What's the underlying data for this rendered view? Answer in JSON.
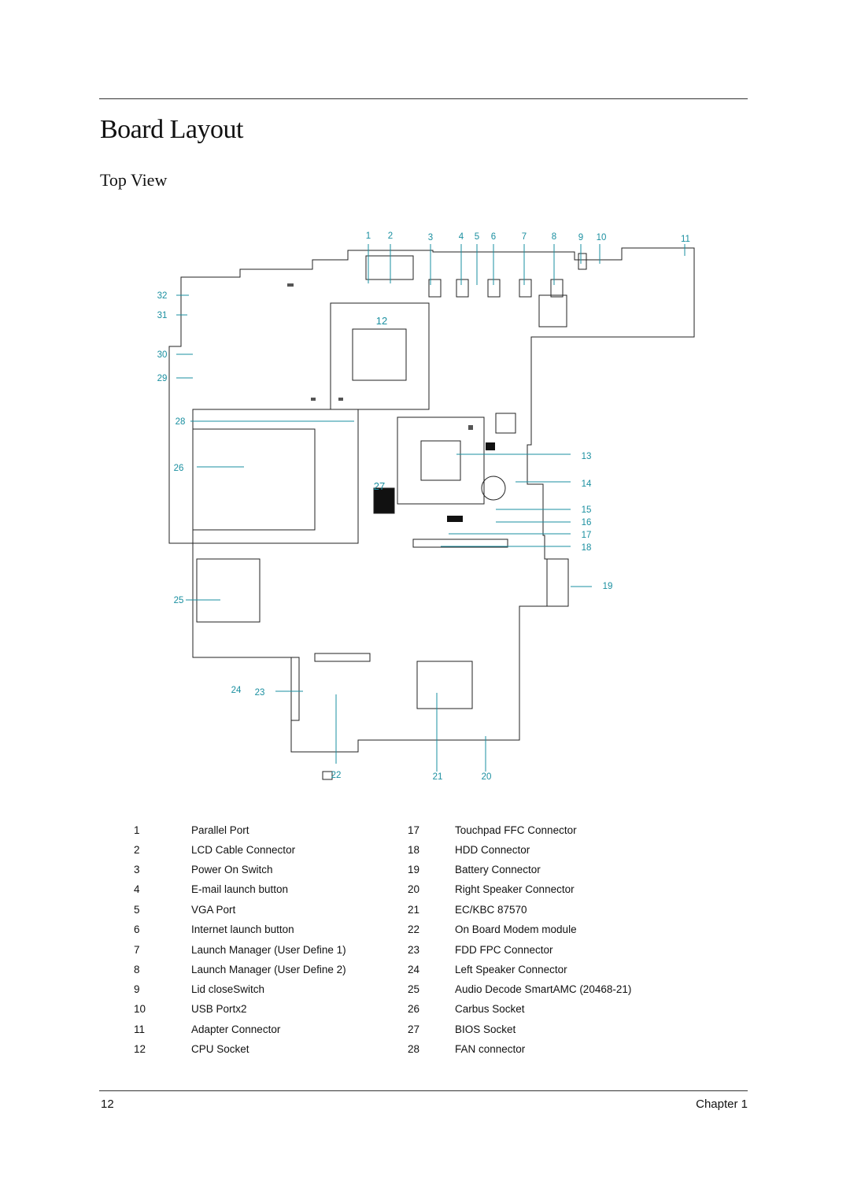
{
  "header": {
    "title": "Board Layout",
    "subtitle": "Top View"
  },
  "diagram": {
    "callout_color": "#1a8fa0",
    "callouts": [
      "1",
      "2",
      "3",
      "4",
      "5",
      "6",
      "7",
      "8",
      "9",
      "10",
      "11",
      "12",
      "13",
      "14",
      "15",
      "16",
      "17",
      "18",
      "19",
      "20",
      "21",
      "22",
      "23",
      "24",
      "25",
      "26",
      "27",
      "28",
      "29",
      "30",
      "31",
      "32"
    ]
  },
  "legend": {
    "left": [
      {
        "num": "1",
        "label": "Parallel Port"
      },
      {
        "num": "2",
        "label": "LCD Cable Connector"
      },
      {
        "num": "3",
        "label": "Power On Switch"
      },
      {
        "num": "4",
        "label": "E-mail launch button"
      },
      {
        "num": "5",
        "label": "VGA Port"
      },
      {
        "num": "6",
        "label": "Internet launch button"
      },
      {
        "num": "7",
        "label": "Launch Manager (User Define 1)"
      },
      {
        "num": "8",
        "label": "Launch Manager (User Define 2)"
      },
      {
        "num": "9",
        "label": "Lid closeSwitch"
      },
      {
        "num": "10",
        "label": "USB Portx2"
      },
      {
        "num": "11",
        "label": "Adapter Connector"
      },
      {
        "num": "12",
        "label": "CPU Socket"
      }
    ],
    "right": [
      {
        "num": "17",
        "label": "Touchpad FFC Connector"
      },
      {
        "num": "18",
        "label": "HDD Connector"
      },
      {
        "num": "19",
        "label": "Battery Connector"
      },
      {
        "num": "20",
        "label": "Right Speaker Connector"
      },
      {
        "num": "21",
        "label": "EC/KBC 87570"
      },
      {
        "num": "22",
        "label": "On Board Modem module"
      },
      {
        "num": "23",
        "label": "FDD FPC Connector"
      },
      {
        "num": "24",
        "label": "Left Speaker Connector"
      },
      {
        "num": "25",
        "label": "Audio Decode SmartAMC (20468-21)"
      },
      {
        "num": "26",
        "label": "Carbus Socket"
      },
      {
        "num": "27",
        "label": "BIOS Socket"
      },
      {
        "num": "28",
        "label": "FAN connector"
      }
    ]
  },
  "footer": {
    "page_number": "12",
    "chapter": "Chapter 1"
  }
}
